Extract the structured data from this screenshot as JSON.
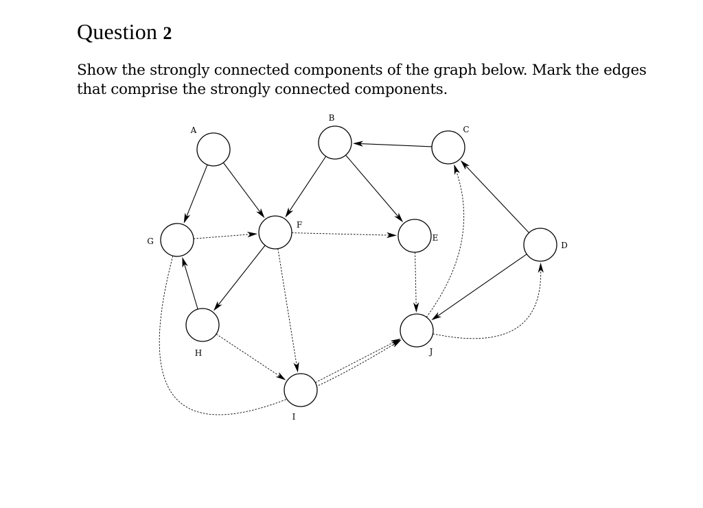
{
  "title": {
    "word": "Question",
    "number": "2"
  },
  "prompt": {
    "line1": "Show the strongly connected components of the graph below. Mark the edges",
    "line2": "that comprise the strongly connected components."
  },
  "graph": {
    "nodes": [
      {
        "id": "A",
        "label": "A"
      },
      {
        "id": "B",
        "label": "B"
      },
      {
        "id": "C",
        "label": "C"
      },
      {
        "id": "D",
        "label": "D"
      },
      {
        "id": "E",
        "label": "E"
      },
      {
        "id": "F",
        "label": "F"
      },
      {
        "id": "G",
        "label": "G"
      },
      {
        "id": "H",
        "label": "H"
      },
      {
        "id": "I",
        "label": "I"
      },
      {
        "id": "J",
        "label": "J"
      }
    ],
    "edges": [
      {
        "from": "A",
        "to": "G",
        "style": "solid"
      },
      {
        "from": "A",
        "to": "F",
        "style": "solid"
      },
      {
        "from": "B",
        "to": "F",
        "style": "solid"
      },
      {
        "from": "B",
        "to": "E",
        "style": "solid"
      },
      {
        "from": "C",
        "to": "B",
        "style": "solid"
      },
      {
        "from": "D",
        "to": "C",
        "style": "solid"
      },
      {
        "from": "D",
        "to": "J",
        "style": "solid"
      },
      {
        "from": "F",
        "to": "H",
        "style": "solid"
      },
      {
        "from": "H",
        "to": "G",
        "style": "solid"
      },
      {
        "from": "G",
        "to": "F",
        "style": "dashed"
      },
      {
        "from": "F",
        "to": "E",
        "style": "dashed"
      },
      {
        "from": "F",
        "to": "I",
        "style": "dashed"
      },
      {
        "from": "E",
        "to": "J",
        "style": "dashed"
      },
      {
        "from": "H",
        "to": "I",
        "style": "dashed"
      },
      {
        "from": "I",
        "to": "J",
        "style": "dashed"
      },
      {
        "from": "J",
        "to": "C",
        "style": "dashed"
      },
      {
        "from": "J",
        "to": "D",
        "style": "dashed"
      },
      {
        "from": "G",
        "to": "J",
        "style": "dashed"
      }
    ]
  }
}
